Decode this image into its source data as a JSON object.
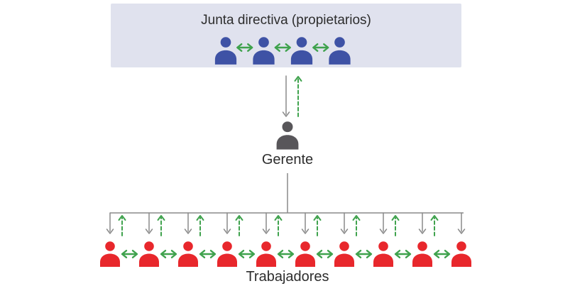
{
  "diagram": {
    "title_text": "Junta directiva (propietarios)",
    "board": {
      "title": "Junta directiva (propietarios)",
      "member_count": 4,
      "member_icon": "board-member-person-icon",
      "exchange_icon": "double-arrow-icon"
    },
    "delegation": {
      "down_icon": "command-down-arrow-icon",
      "up_icon": "feedback-up-dashed-arrow-icon"
    },
    "manager": {
      "label": "Gerente",
      "icon": "manager-person-icon"
    },
    "workers": {
      "label": "Trabajadores",
      "count": 10,
      "down_arrow_count": 10,
      "up_arrow_count": 9,
      "worker_icon": "worker-person-icon",
      "exchange_icon": "double-arrow-icon",
      "down_icon": "command-down-arrow-icon",
      "up_icon": "feedback-up-dashed-arrow-icon"
    },
    "colors": {
      "background": "#ffffff",
      "board_box_bg": "#e0e2ee",
      "board_member": "#3e52a5",
      "manager": "#58565a",
      "worker": "#e8272c",
      "exchange_arrow": "#3fa24d",
      "feedback_arrow": "#3fa24d",
      "command_arrow": "#8a8a8a",
      "text": "#2d2d2d"
    }
  }
}
